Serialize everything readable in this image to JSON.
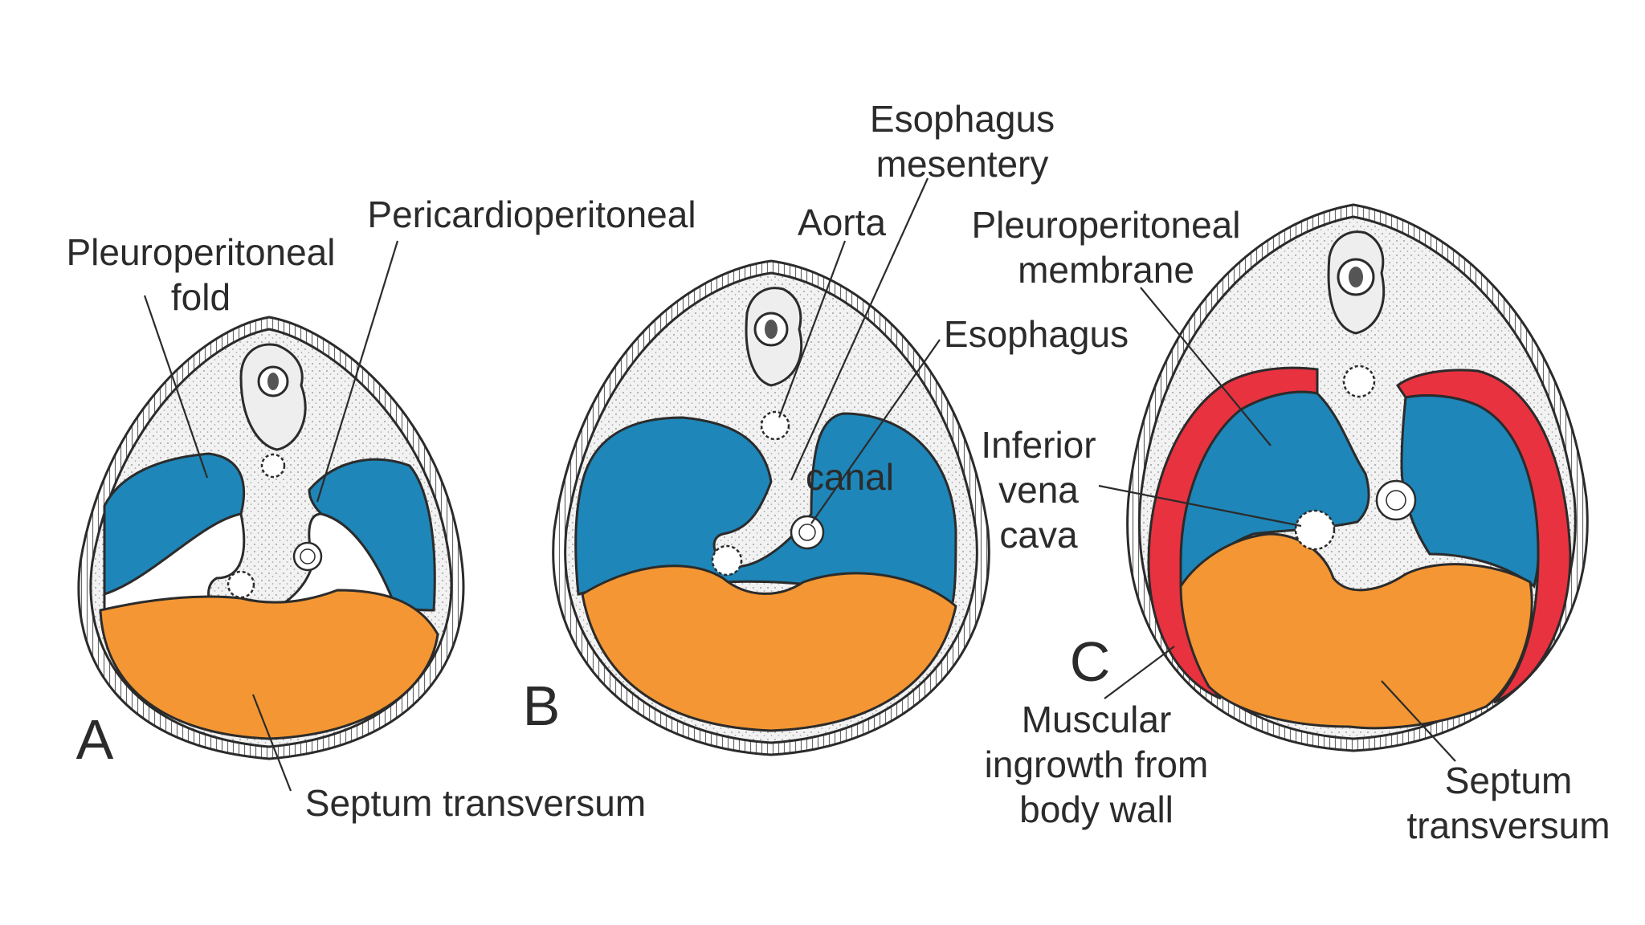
{
  "panels": [
    {
      "letter": "A"
    },
    {
      "letter": "B"
    },
    {
      "letter": "C"
    }
  ],
  "labels": {
    "pleuroperitoneal_fold_1": "Pleuroperitoneal",
    "pleuroperitoneal_fold_2": "fold",
    "pericardioperitoneal": "Pericardioperitoneal",
    "canal": "canal",
    "septum_transversum_a": "Septum transversum",
    "esophagus_mesentery_1": "Esophagus",
    "esophagus_mesentery_2": "mesentery",
    "aorta": "Aorta",
    "esophagus": "Esophagus",
    "pleuroperitoneal_membrane_1": "Pleuroperitoneal",
    "pleuroperitoneal_membrane_2": "membrane",
    "inferior_vena_cava_1": "Inferior",
    "inferior_vena_cava_2": "vena",
    "inferior_vena_cava_3": "cava",
    "muscular_ingrowth_1": "Muscular",
    "muscular_ingrowth_2": "ingrowth from",
    "muscular_ingrowth_3": "body wall",
    "septum_transversum_c_1": "Septum",
    "septum_transversum_c_2": "transversum"
  },
  "colors": {
    "pleural_cavity": "#1e86b8",
    "septum_transversum": "#f39633",
    "muscular_ingrowth": "#e8323f",
    "body_wall": "#eeeeee",
    "outline": "#2b2b2b"
  }
}
